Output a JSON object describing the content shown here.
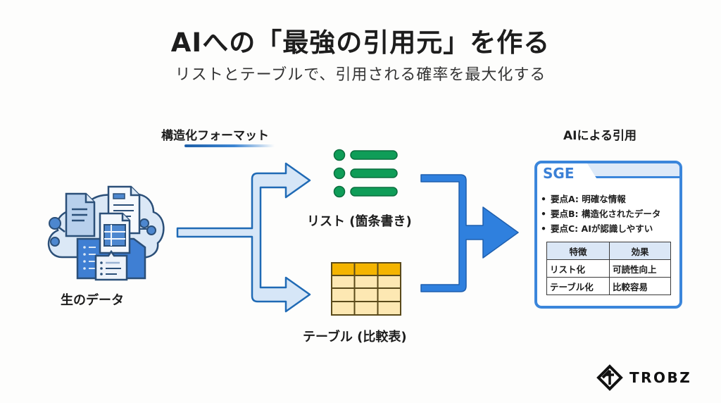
{
  "header": {
    "title": "AIへの「最強の引用元」を作る",
    "subtitle": "リストとテーブルで、引用される確率を最大化する"
  },
  "diagram": {
    "format_section_label": "構造化フォーマット",
    "source_node": {
      "label": "生のデータ",
      "icon": "cloud-documents-icon"
    },
    "list_node": {
      "label": "リスト (箇条書き)",
      "icon": "bullet-list-icon",
      "color": "#0f9d58"
    },
    "table_node": {
      "label": "テーブル (比較表)",
      "icon": "table-grid-icon",
      "header_color": "#f4b400",
      "cell_color": "#fde8b3"
    },
    "output_section_label": "AIによる引用",
    "colors": {
      "split_arrow_fill": "#d6e6f7",
      "split_arrow_stroke": "#1f6ab5",
      "merge_arrow": "#2f80de",
      "card_border": "#3b86db"
    }
  },
  "sge_card": {
    "title": "SGE",
    "points": [
      "要点A: 明確な情報",
      "要点B: 構造化されたデータ",
      "要点C: AIが認識しやすい"
    ],
    "table": {
      "headers": [
        "特徴",
        "効果"
      ],
      "rows": [
        [
          "リスト化",
          "可読性向上"
        ],
        [
          "テーブル化",
          "比較容易"
        ]
      ]
    }
  },
  "brand": {
    "name": "TROBZ",
    "icon": "trobz-logo-icon"
  }
}
